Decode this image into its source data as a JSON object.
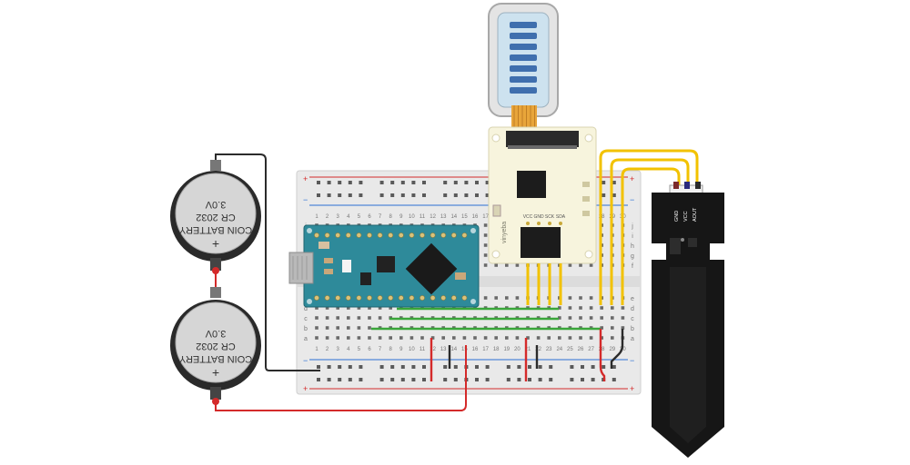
{
  "diagram": {
    "battery_top": {
      "line1": "COIN BATTERY",
      "line2": "CR 2032",
      "line3": "3.0V",
      "plus": "+"
    },
    "battery_bottom": {
      "line1": "COIN BATTERY",
      "line2": "CR 2032",
      "line3": "3.0V",
      "plus": "+"
    },
    "breadboard": {
      "column_numbers": [
        "1",
        "2",
        "3",
        "4",
        "5",
        "6",
        "7",
        "8",
        "9",
        "10",
        "11",
        "12",
        "13",
        "14",
        "15",
        "16",
        "17",
        "18",
        "19",
        "20",
        "21",
        "22",
        "23",
        "24",
        "25",
        "26",
        "27",
        "28",
        "29",
        "30"
      ],
      "row_letters_top": [
        "j",
        "i",
        "h",
        "g",
        "f"
      ],
      "row_letters_bottom": [
        "e",
        "d",
        "c",
        "b",
        "a"
      ],
      "rail_plus": "+",
      "rail_minus": "−"
    },
    "oled_module": {
      "brand": "vinyeba",
      "pins": [
        "VCC",
        "GND",
        "SCK",
        "SDA"
      ]
    },
    "moisture_sensor": {
      "pins": [
        "GND",
        "VCC",
        "AOUT"
      ]
    },
    "colors": {
      "wire_red": "#d42a2a",
      "wire_black": "#2b2b2b",
      "wire_yellow": "#f2c200",
      "wire_green": "#3aa63a",
      "arduino": "#2e8a9a",
      "oled_board": "#f7f4dd",
      "sensor": "#161616",
      "breadboard": "#e9e9e9"
    }
  }
}
